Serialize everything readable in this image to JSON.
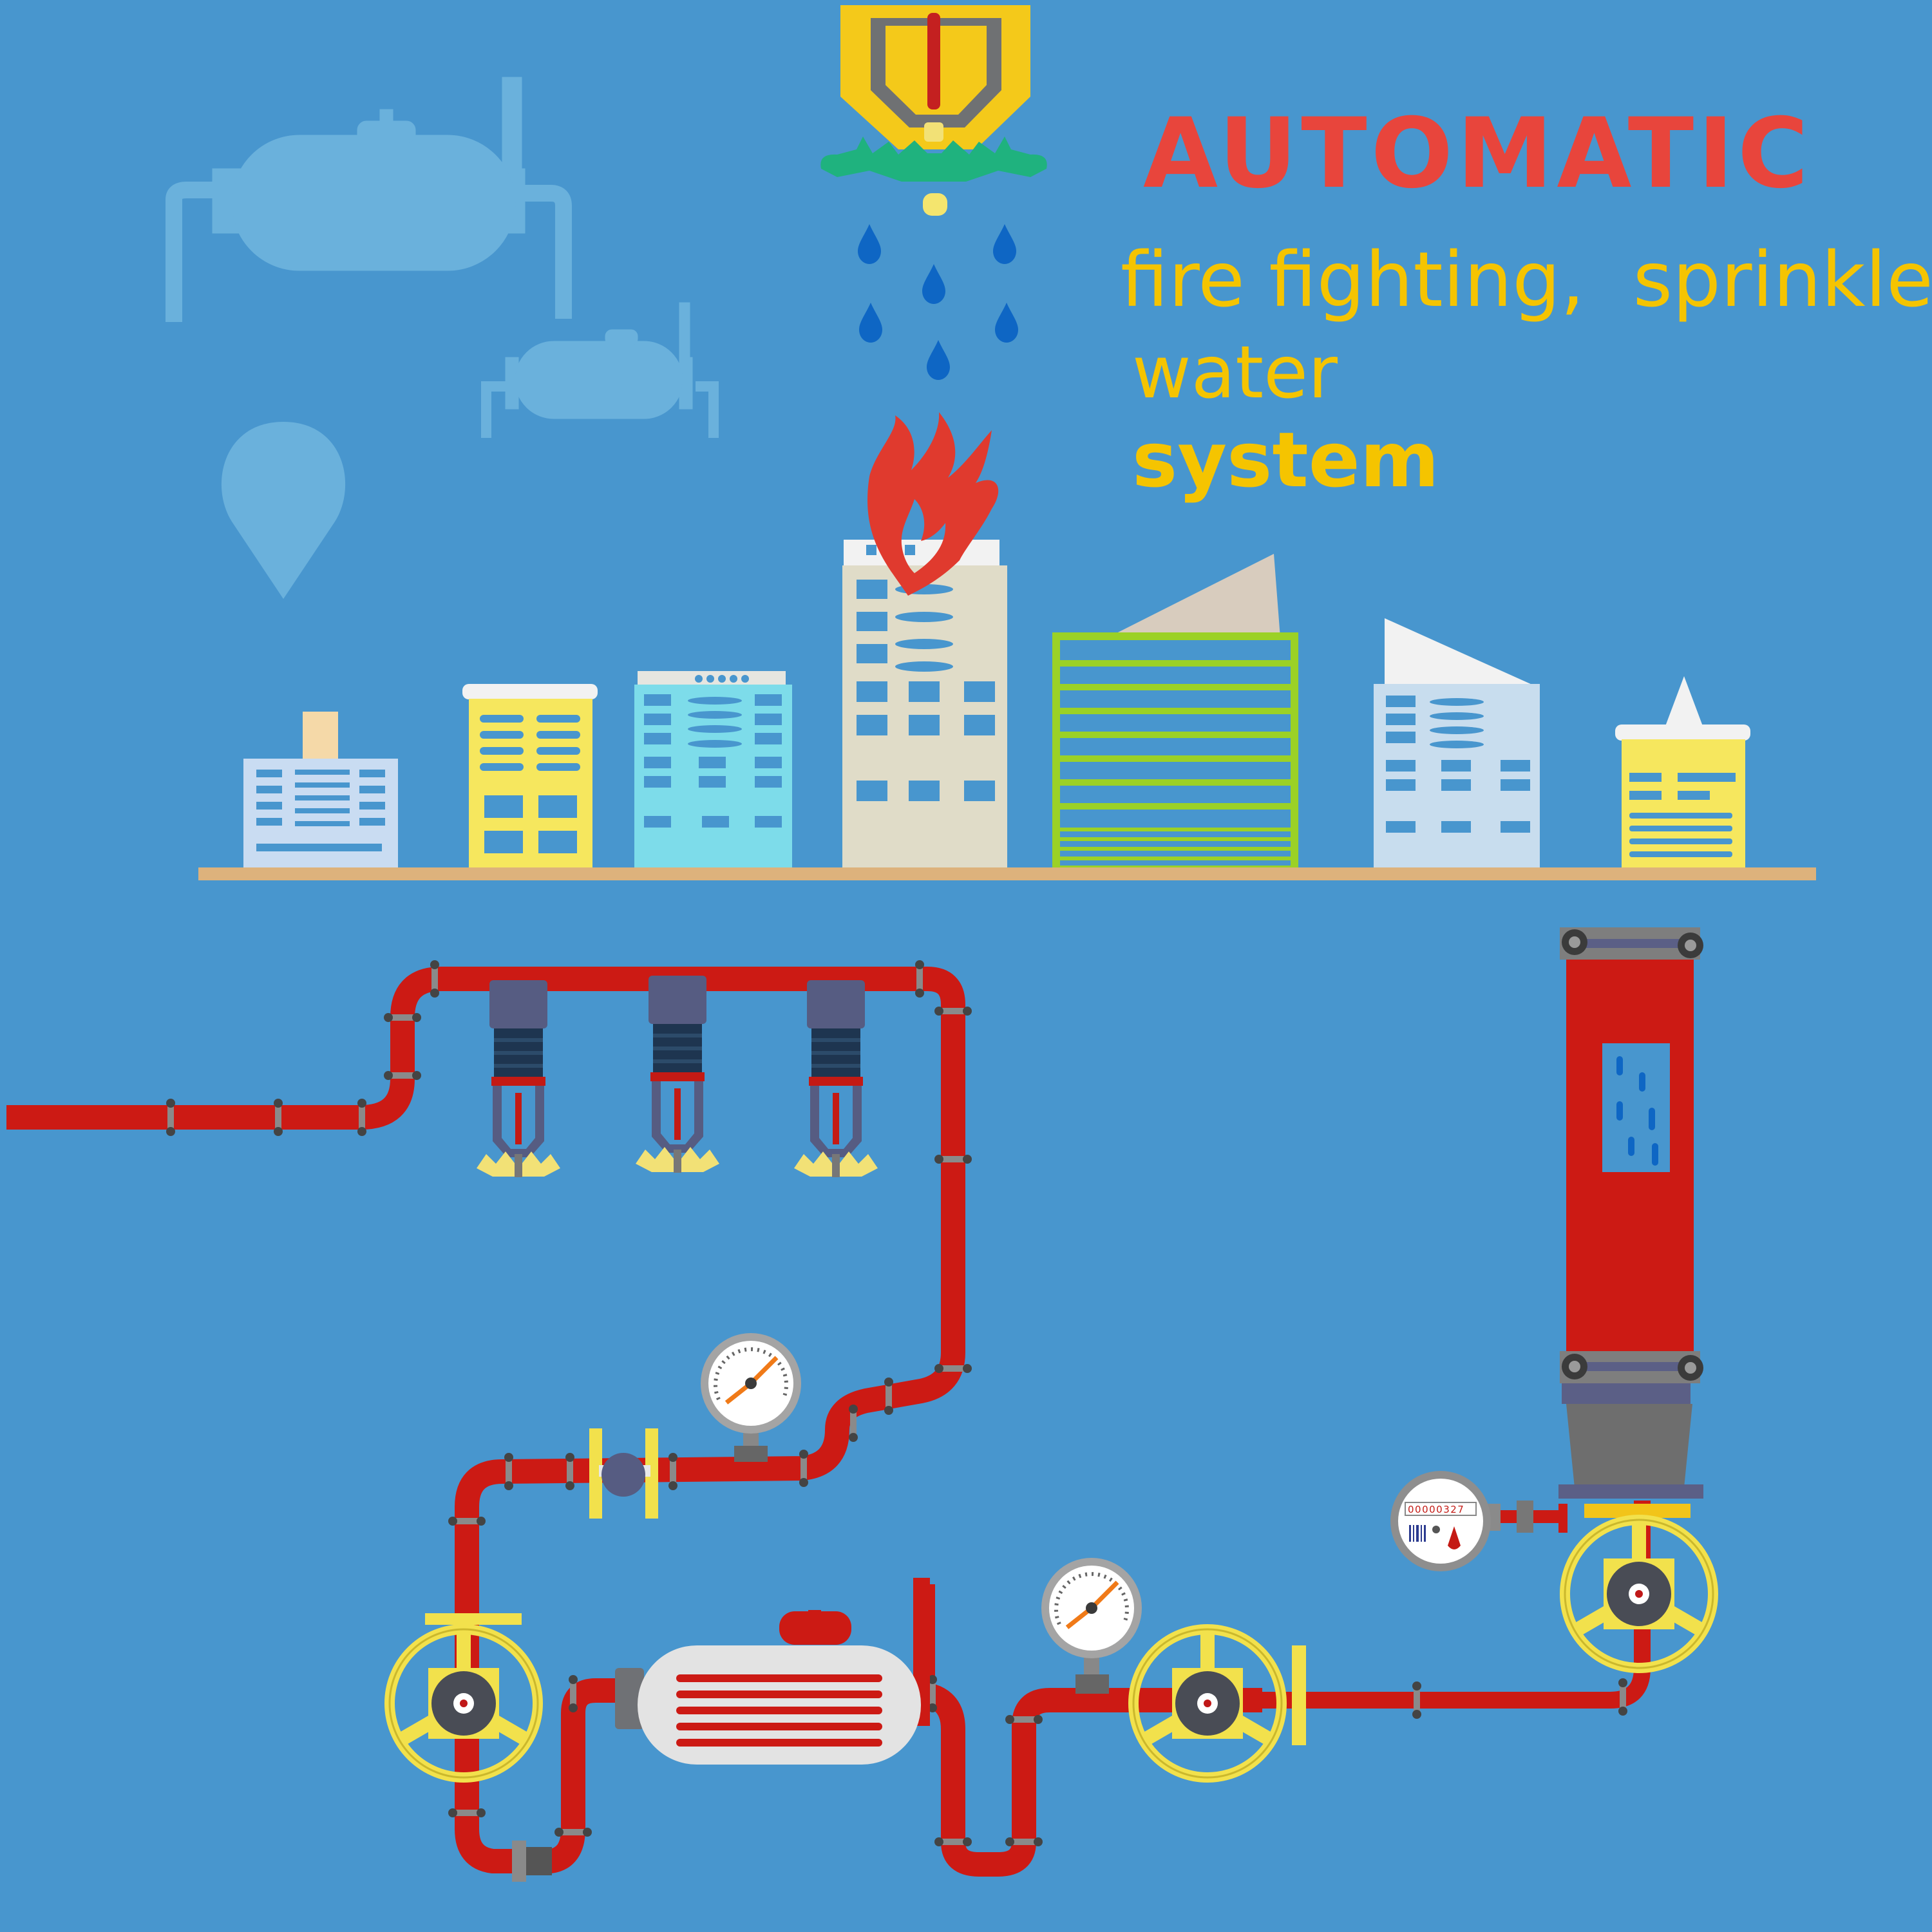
{
  "title": {
    "line1": "AUTOMATIC",
    "line2": "fire fighting,  sprinkler",
    "line3": "water",
    "line4": "system"
  },
  "colors": {
    "background": "#4896CE",
    "pipe": "#CC1A14",
    "title_red": "#E8453C",
    "title_yellow": "#F5C400",
    "valve_yellow": "#F2E14C",
    "ground": "#DDB27C"
  },
  "meter": {
    "digits": "00000327"
  }
}
